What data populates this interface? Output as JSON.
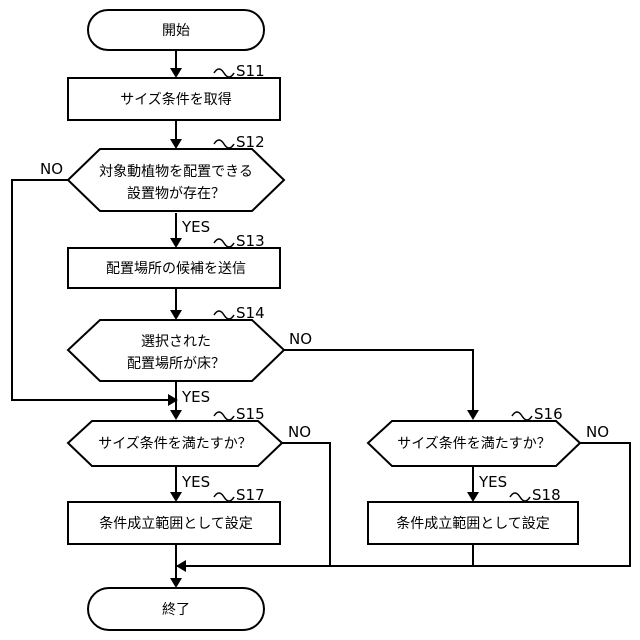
{
  "flowchart": {
    "start": "開始",
    "end": "終了",
    "s11": {
      "step": "S11",
      "text": "サイズ条件を取得"
    },
    "s12": {
      "step": "S12",
      "line1": "対象動植物を配置できる",
      "line2": "設置物が存在？"
    },
    "s13": {
      "step": "S13",
      "text": "配置場所の候補を送信"
    },
    "s14": {
      "step": "S14",
      "line1": "選択された",
      "line2": "配置場所が床？"
    },
    "s15": {
      "step": "S15",
      "text": "サイズ条件を満たすか？"
    },
    "s16": {
      "step": "S16",
      "text": "サイズ条件を満たすか？"
    },
    "s17": {
      "step": "S17",
      "text": "条件成立範囲として設定"
    },
    "s18": {
      "step": "S18",
      "text": "条件成立範囲として設定"
    },
    "labels": {
      "yes": "YES",
      "no": "NO"
    }
  }
}
